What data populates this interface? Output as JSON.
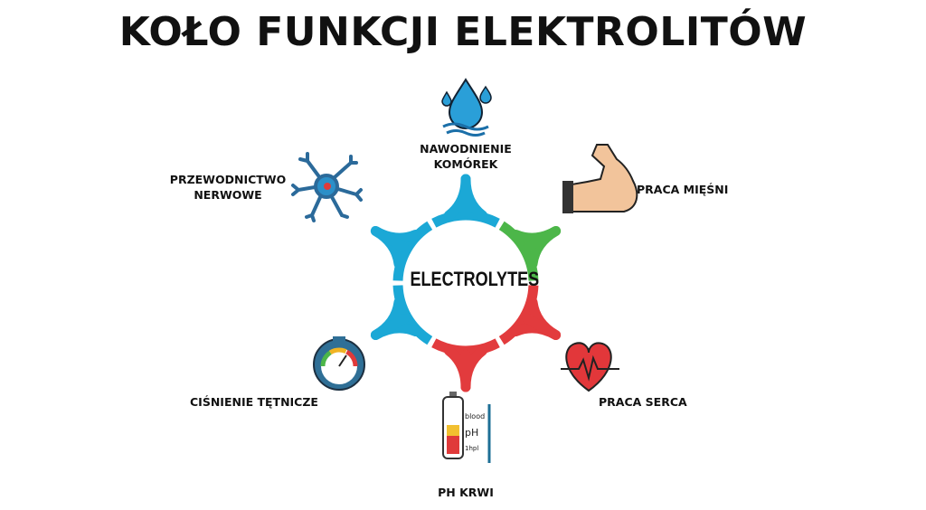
{
  "title": "KOŁO FUNKCJI ELEKTROLITÓW",
  "center_label": "ELECTROLYTES",
  "colors": {
    "blue": "#1ba8d6",
    "green": "#4cb649",
    "red": "#e23b3d"
  },
  "functions": [
    {
      "label_line1": "NAWODNIENIE",
      "label_line2": "KOMÓREK",
      "icon": "water-drop-icon",
      "color": "blue"
    },
    {
      "label_line1": "PRACA MIĘŚNI",
      "icon": "flexed-arm-icon",
      "color": "green"
    },
    {
      "label_line1": "PRACA SERCA",
      "icon": "heart-ecg-icon",
      "color": "red"
    },
    {
      "label_line1": "PH KRWI",
      "icon": "ph-test-tube-icon",
      "color": "red"
    },
    {
      "label_line1": "CIŚNIENIE TĘTNICZE",
      "icon": "pressure-gauge-icon",
      "color": "blue"
    },
    {
      "label_line1": "PRZEWODNICTWO",
      "label_line2": "NERWOWE",
      "icon": "neuron-icon",
      "color": "blue"
    }
  ],
  "ph_icon_text": {
    "top": "blood",
    "mid": "pH",
    "bottom": "1hpl"
  }
}
